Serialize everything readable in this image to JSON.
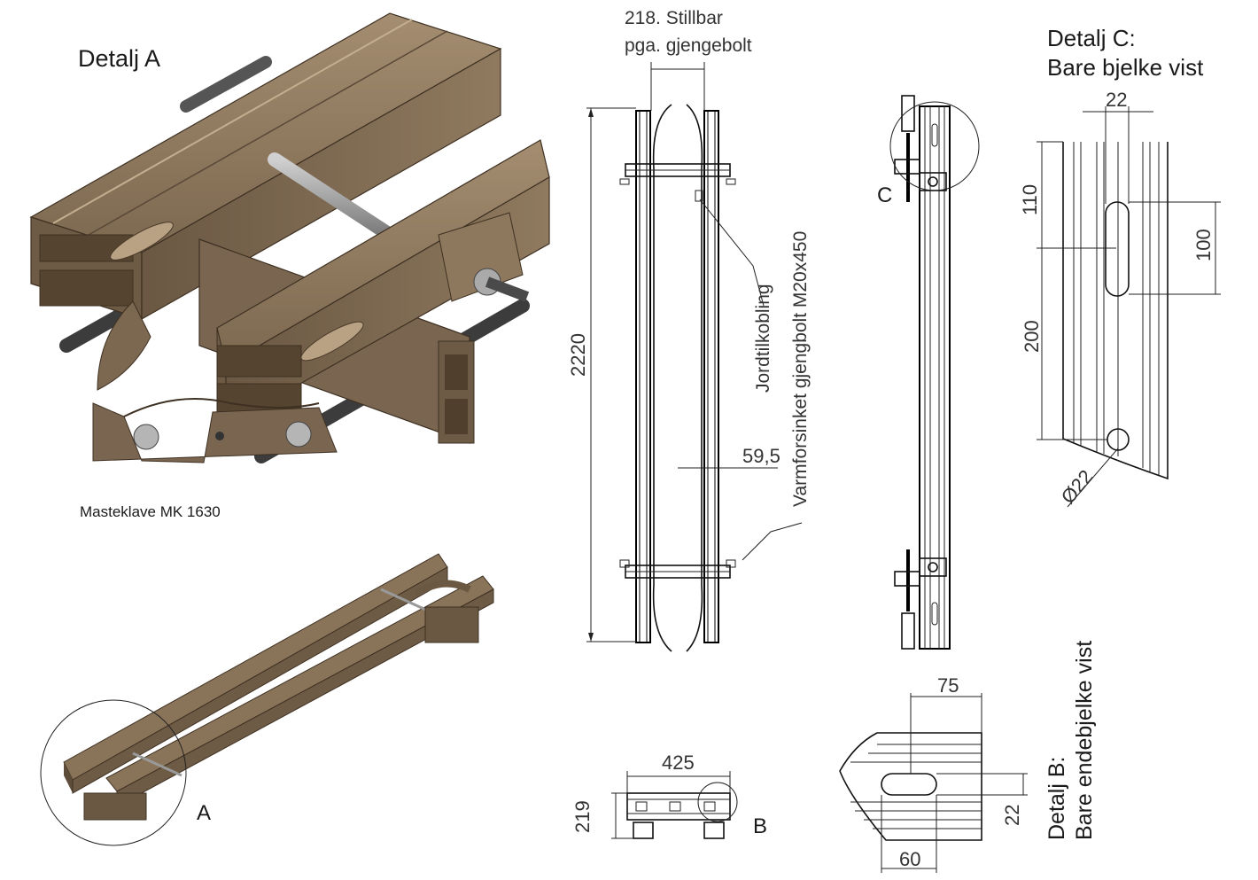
{
  "labels": {
    "detail_a_title": "Detalj A",
    "product_name": "Masteklave MK 1630",
    "callout_a": "A",
    "callout_b": "B",
    "callout_c": "C",
    "detail_c_line1": "Detalj C:",
    "detail_c_line2": "Bare bjelke vist",
    "detail_b_line1": "Detalj B:",
    "detail_b_line2": "Bare endebjelke vist"
  },
  "annotations": {
    "stillbar_line1": "218. Stillbar",
    "stillbar_line2": "pga. gjengebolt",
    "jordtilkobling": "Jordtilkobling",
    "bolt": "Varmforsinket gjengbolt M20x450"
  },
  "dimensions": {
    "height_total": "2220",
    "offset": "59,5",
    "width_total": "425",
    "height_side": "219",
    "c_slot_width": "22",
    "c_top": "110",
    "c_slot_len": "100",
    "c_lower": "200",
    "c_hole": "Ø22",
    "b_top": "75",
    "b_side": "22",
    "b_bottom": "60"
  },
  "colors": {
    "beam_face": "#8a7459",
    "beam_dark": "#5e4d3a",
    "beam_light": "#b09a7c",
    "steel": "#9a9a9a",
    "thread": "#3c3c3c",
    "line": "#111111"
  }
}
